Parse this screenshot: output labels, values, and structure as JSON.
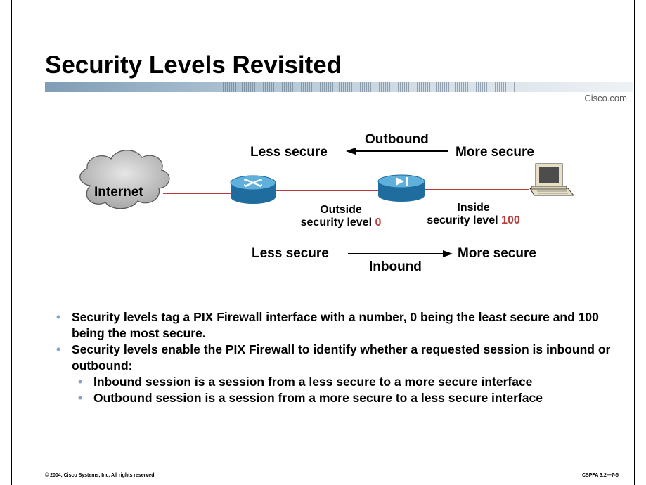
{
  "title": "Security Levels Revisited",
  "banner": {
    "logo_text": "Cisco.com"
  },
  "diagram": {
    "internet_label": "Internet",
    "outbound": {
      "label": "Outbound",
      "left": "Less secure",
      "right": "More secure"
    },
    "inbound": {
      "label": "Inbound",
      "left": "Less secure",
      "right": "More secure"
    },
    "outside": {
      "name": "Outside",
      "level_prefix": "security level ",
      "level_value": "0"
    },
    "inside": {
      "name": "Inside",
      "level_prefix": "security level ",
      "level_value": "100"
    },
    "link_color": "#b83a3a",
    "level_color": "#b83a3a"
  },
  "bullets": [
    {
      "text": "Security levels tag a PIX Firewall interface with a number, 0 being the least secure and 100 being the most secure."
    },
    {
      "text": "Security levels enable the PIX Firewall to identify whether a requested session is inbound or outbound:",
      "sub": [
        "Inbound session is a session from a less secure to a more secure interface",
        "Outbound session is a session from a more secure to a less secure interface"
      ]
    }
  ],
  "footer": {
    "left": "© 2004, Cisco Systems, Inc. All rights reserved.",
    "right": "CSPFA 3.2—7-5"
  },
  "icons": [
    "cloud-icon",
    "router-icon",
    "pix-firewall-icon",
    "workstation-icon",
    "arrow-left-icon",
    "arrow-right-icon"
  ]
}
